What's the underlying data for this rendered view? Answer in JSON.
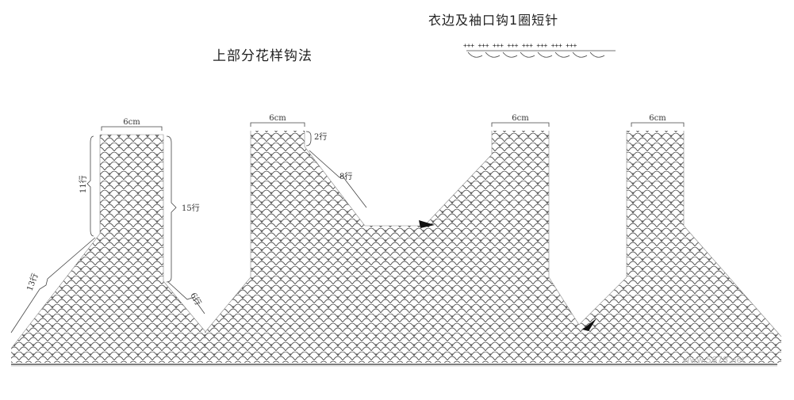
{
  "titles": {
    "pattern": "上部分花样钩法",
    "edge": "衣边及袖口钩1圈短针"
  },
  "edge_symbols": "+++ +++ +++ +++ +++ +++ +++ +++",
  "labels": {
    "six_cm": "6cm",
    "rows_11": "11行",
    "rows_15": "15行",
    "rows_13": "13行",
    "rows_6": "6行",
    "rows_2": "2行",
    "rows_8": "8行"
  },
  "watermark": "www.5678.net"
}
